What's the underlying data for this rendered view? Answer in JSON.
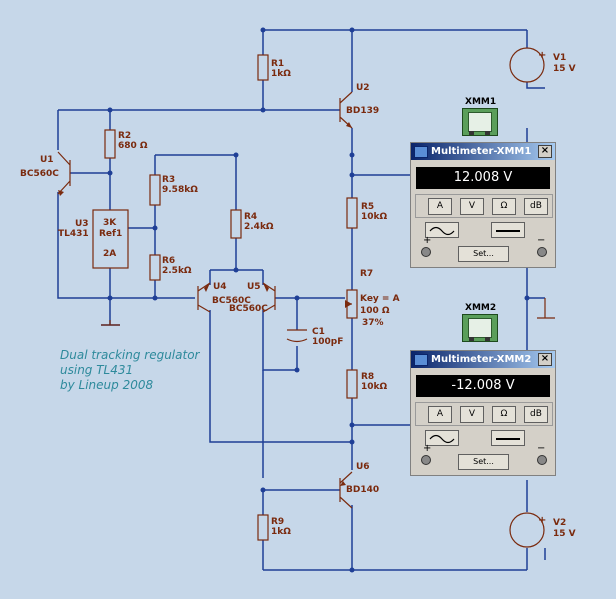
{
  "components": {
    "R1": {
      "name": "R1",
      "value": "1kΩ"
    },
    "R2": {
      "name": "R2",
      "value": "680 Ω"
    },
    "R3": {
      "name": "R3",
      "value": "9.58kΩ"
    },
    "R4": {
      "name": "R4",
      "value": "2.4kΩ"
    },
    "R5": {
      "name": "R5",
      "value": "10kΩ"
    },
    "R6": {
      "name": "R6",
      "value": "2.5kΩ"
    },
    "R7": {
      "name": "R7",
      "key": "Key = A",
      "value": "100 Ω",
      "percent": "37%"
    },
    "R8": {
      "name": "R8",
      "value": "10kΩ"
    },
    "R9": {
      "name": "R9",
      "value": "1kΩ"
    },
    "C1": {
      "name": "C1",
      "value": "100pF"
    },
    "U1": {
      "name": "U1",
      "model": "BC560C"
    },
    "U2": {
      "name": "U2",
      "model": "BD139"
    },
    "U3": {
      "name": "U3",
      "model": "TL431",
      "pin_k": "3K",
      "pin_ref": "Ref1",
      "pin_a": "2A"
    },
    "U4": {
      "name": "U4",
      "model": "BC560C"
    },
    "U5": {
      "name": "U5",
      "model": "BC560C"
    },
    "U6": {
      "name": "U6",
      "model": "BD140"
    },
    "V1": {
      "name": "V1",
      "value": "15 V"
    },
    "V2": {
      "name": "V2",
      "value": "15 V"
    }
  },
  "note": {
    "line1": "Dual tracking regulator",
    "line2": "using TL431",
    "line3": "by Lineup 2008"
  },
  "meters": [
    {
      "tag": "XMM1",
      "title": "Multimeter-XMM1",
      "reading": "12.008 V"
    },
    {
      "tag": "XMM2",
      "title": "Multimeter-XMM2",
      "reading": "-12.008 V"
    }
  ],
  "meter_buttons": {
    "amps": "A",
    "volts": "V",
    "ohms": "Ω",
    "db": "dB",
    "set": "Set...",
    "close": "×",
    "plus": "+",
    "minus": "−"
  },
  "colors": {
    "background": "#c6d7e9",
    "wire": "#1f3f96",
    "component": "#7a2a0e",
    "note": "#2e8a9c"
  }
}
